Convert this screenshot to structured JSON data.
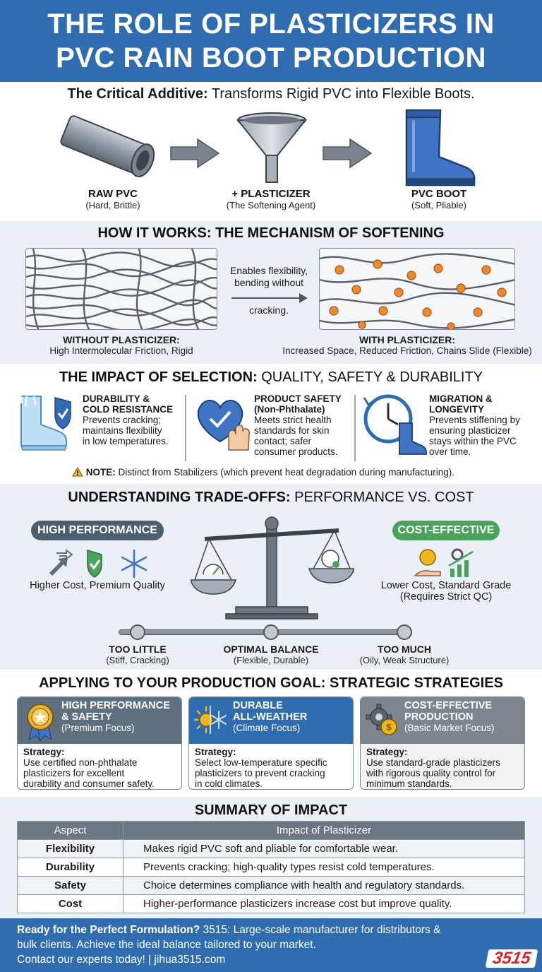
{
  "title": {
    "line1": "THE ROLE OF PLASTICIZERS IN",
    "line2": "PVC RAIN BOOT PRODUCTION"
  },
  "intro": {
    "bold": "The Critical Additive:",
    "rest": " Transforms Rigid PVC into Flexible Boots.",
    "steps": [
      {
        "label": "RAW PVC",
        "sub": "(Hard, Brittle)",
        "icon": "pipe-icon"
      },
      {
        "label": "+ PLASTICIZER",
        "sub": "(The Softening Agent)",
        "icon": "funnel-icon"
      },
      {
        "label": "PVC BOOT",
        "sub": "(Soft, Pliable)",
        "icon": "boot-icon"
      }
    ]
  },
  "mechanism": {
    "heading": "HOW IT WORKS: THE MECHANISM OF SOFTENING",
    "middle_line1": "Enables flexibility,",
    "middle_line2": "bending without",
    "middle_line3": "cracking.",
    "left_label": "WITHOUT PLASTICIZER:",
    "left_sub": "High Intermolecular Friction, Rigid",
    "right_label": "WITH PLASTICIZER:",
    "right_sub": "Increased Space, Reduced Friction, Chains Slide (Flexible)"
  },
  "impact": {
    "heading_bold": "THE IMPACT OF SELECTION:",
    "heading_rest": " QUALITY, SAFETY & DURABILITY",
    "items": [
      {
        "title1": "DURABILITY &",
        "title2": "COLD RESISTANCE",
        "title3": "",
        "body": [
          "Prevents cracking;",
          "maintains flexibility",
          "in low temperatures."
        ]
      },
      {
        "title1": "PRODUCT SAFETY",
        "title2": "(Non-Phthalate)",
        "title3": "",
        "body": [
          "Meets strict health",
          "standards for skin",
          "contact; safer",
          "consumer products."
        ]
      },
      {
        "title1": "MIGRATION &",
        "title2": "LONGEVITY",
        "title3": "",
        "body": [
          "Prevents stiffening by",
          "ensuring plasticizer",
          "stays within the PVC",
          "over time."
        ]
      }
    ],
    "note_bold": "NOTE:",
    "note_rest": " Distinct from Stabilizers (which prevent heat degradation during manufacturing)."
  },
  "tradeoffs": {
    "heading_bold": "UNDERSTANDING TRADE-OFFS:",
    "heading_rest": " PERFORMANCE VS. COST",
    "high_pill": "HIGH PERFORMANCE",
    "high_sub": "Higher Cost, Premium Quality",
    "cost_pill": "COST-EFFECTIVE",
    "cost_sub1": "Lower Cost, Standard Grade",
    "cost_sub2": "(Requires Strict QC)",
    "scale": [
      {
        "label": "TOO LITTLE",
        "sub": "(Stiff, Cracking)"
      },
      {
        "label": "OPTIMAL BALANCE",
        "sub": "(Flexible, Durable)"
      },
      {
        "label": "TOO MUCH",
        "sub": "(Oily, Weak Structure)"
      }
    ]
  },
  "strategies": {
    "heading": "APPLYING TO YOUR PRODUCTION GOAL: STRATEGIC STRATEGIES",
    "cards": [
      {
        "title1": "HIGH PERFORMANCE",
        "title2": "& SAFETY",
        "focus": "(Premium Focus)",
        "strategy_label": "Strategy:",
        "body": [
          "Use certified non-phthalate",
          "plasticizers for excellent",
          "durability and consumer safety."
        ],
        "color": "#5e6f80"
      },
      {
        "title1": "DURABLE",
        "title2": "ALL-WEATHER",
        "focus": "(Climate Focus)",
        "strategy_label": "Strategy:",
        "body": [
          "Select low-temperature specific",
          "plasticizers to prevent cracking",
          "in cold climates."
        ],
        "color": "#2f6db0"
      },
      {
        "title1": "COST-EFFECTIVE",
        "title2": "PRODUCTION",
        "focus": "(Basic Market Focus)",
        "strategy_label": "Strategy:",
        "body": [
          "Use standard-grade plasticizers",
          "with rigorous quality control for",
          "minimum standards."
        ],
        "color": "#7d868f"
      }
    ]
  },
  "summary": {
    "heading": "SUMMARY OF IMPACT",
    "col1": "Aspect",
    "col2": "Impact of Plasticizer",
    "rows": [
      {
        "aspect": "Flexibility",
        "impact": "Makes rigid PVC soft and pliable for comfortable wear."
      },
      {
        "aspect": "Durability",
        "impact": "Prevents cracking; high-quality types resist cold temperatures."
      },
      {
        "aspect": "Safety",
        "impact": "Choice determines compliance with health and regulatory standards."
      },
      {
        "aspect": "Cost",
        "impact": "Higher-performance plasticizers increase cost but improve quality."
      }
    ]
  },
  "footer": {
    "bold": "Ready for the Perfect Formulation?",
    "rest1": " 3515: Large-scale manufacturer for distributors &",
    "line2": "bulk clients. Achieve the ideal balance tailored to your market.",
    "line3": "Contact our experts today! | jihua3515.com",
    "logo": "3515"
  },
  "colors": {
    "brand_blue": "#2f6db0",
    "light_bg": "#eaf0f6",
    "green": "#4aa35a",
    "orange": "#e8842c",
    "logo_red": "#d62a2a"
  }
}
